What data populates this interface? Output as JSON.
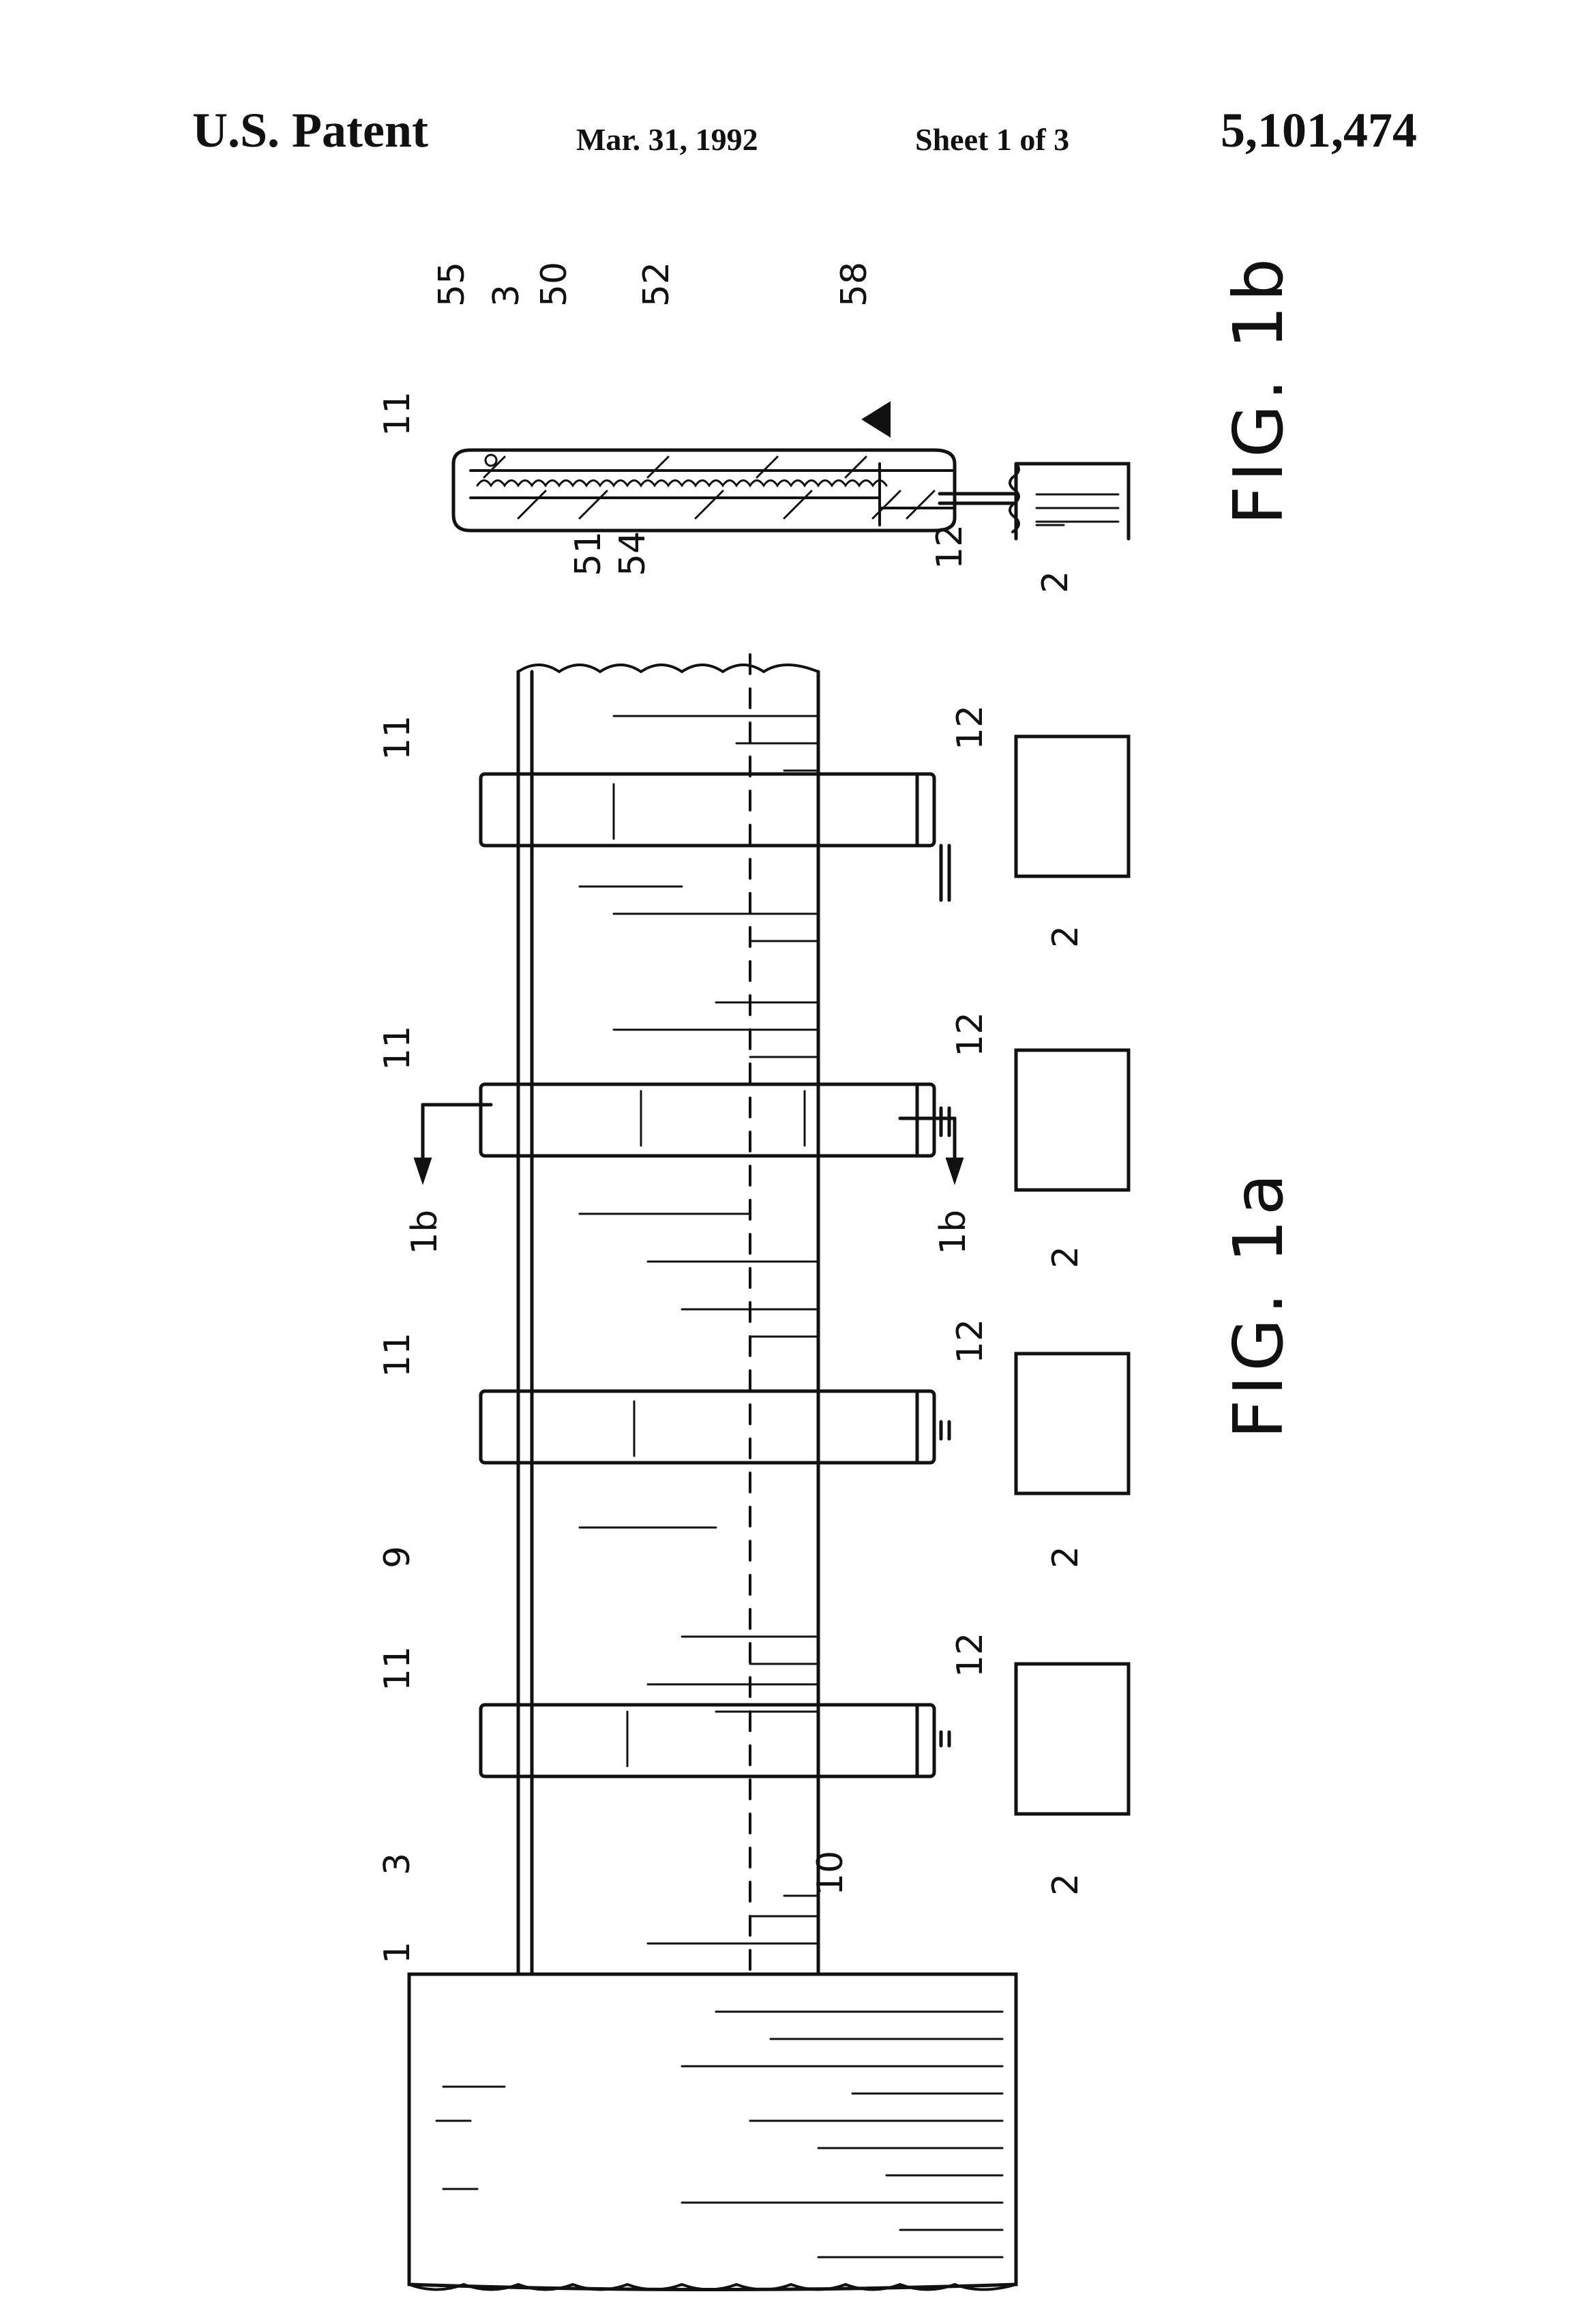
{
  "header": {
    "left": "U.S. Patent",
    "date": "Mar. 31, 1992",
    "sheet": "Sheet 1 of 3",
    "patent_number": "5,101,474"
  },
  "figures": {
    "fig1a": {
      "title": "FIG. 1a",
      "base_label": "1",
      "tube_label": "3",
      "tube_body_label": "9",
      "line_label": "10",
      "ring_labels": [
        "11",
        "11",
        "11",
        "11"
      ],
      "stem_labels": [
        "12",
        "12",
        "12",
        "12"
      ],
      "box_labels": [
        "2",
        "2",
        "2",
        "2"
      ],
      "section_labels": [
        "1b",
        "1b"
      ]
    },
    "fig1b": {
      "title": "FIG. 1b",
      "labels": [
        "55",
        "3",
        "50",
        "52",
        "58",
        "11",
        "51",
        "54",
        "12",
        "2"
      ]
    }
  }
}
